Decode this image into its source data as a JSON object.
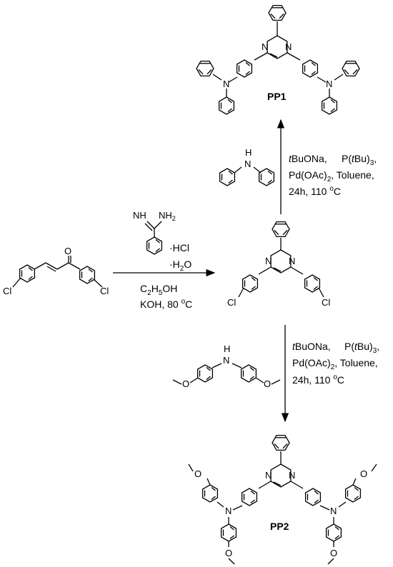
{
  "atoms": {
    "N": "N",
    "NH": "H",
    "O": "O",
    "Cl": "Cl",
    "carbonyl_O": "O",
    "imine": "NH",
    "amine": "NH",
    "amine_sub": "2"
  },
  "compounds": {
    "pp1": "PP1",
    "pp2": "PP2"
  },
  "reagents": {
    "hcl": "·HCl",
    "h2o": "·H",
    "h2o_sub": "2",
    "h2o_tail": "O",
    "ethanol_a": "C",
    "ethanol_sub1": "2",
    "ethanol_b": "H",
    "ethanol_sub2": "5",
    "ethanol_c": "OH",
    "koh": "KOH, 80 ",
    "koh_sup": "o",
    "koh_c": "C"
  },
  "conditions": {
    "base_t": "t",
    "base_rest": "BuONa,",
    "ligand_a": "P(",
    "ligand_t": "t",
    "ligand_b": "Bu)",
    "ligand_sub": "3",
    "ligand_end": ",",
    "pd_a": "Pd(OAc)",
    "pd_sub": "2",
    "pd_b": ", Toluene,",
    "time": "24h, 110 ",
    "temp_sup": "o",
    "temp_c": "C"
  }
}
